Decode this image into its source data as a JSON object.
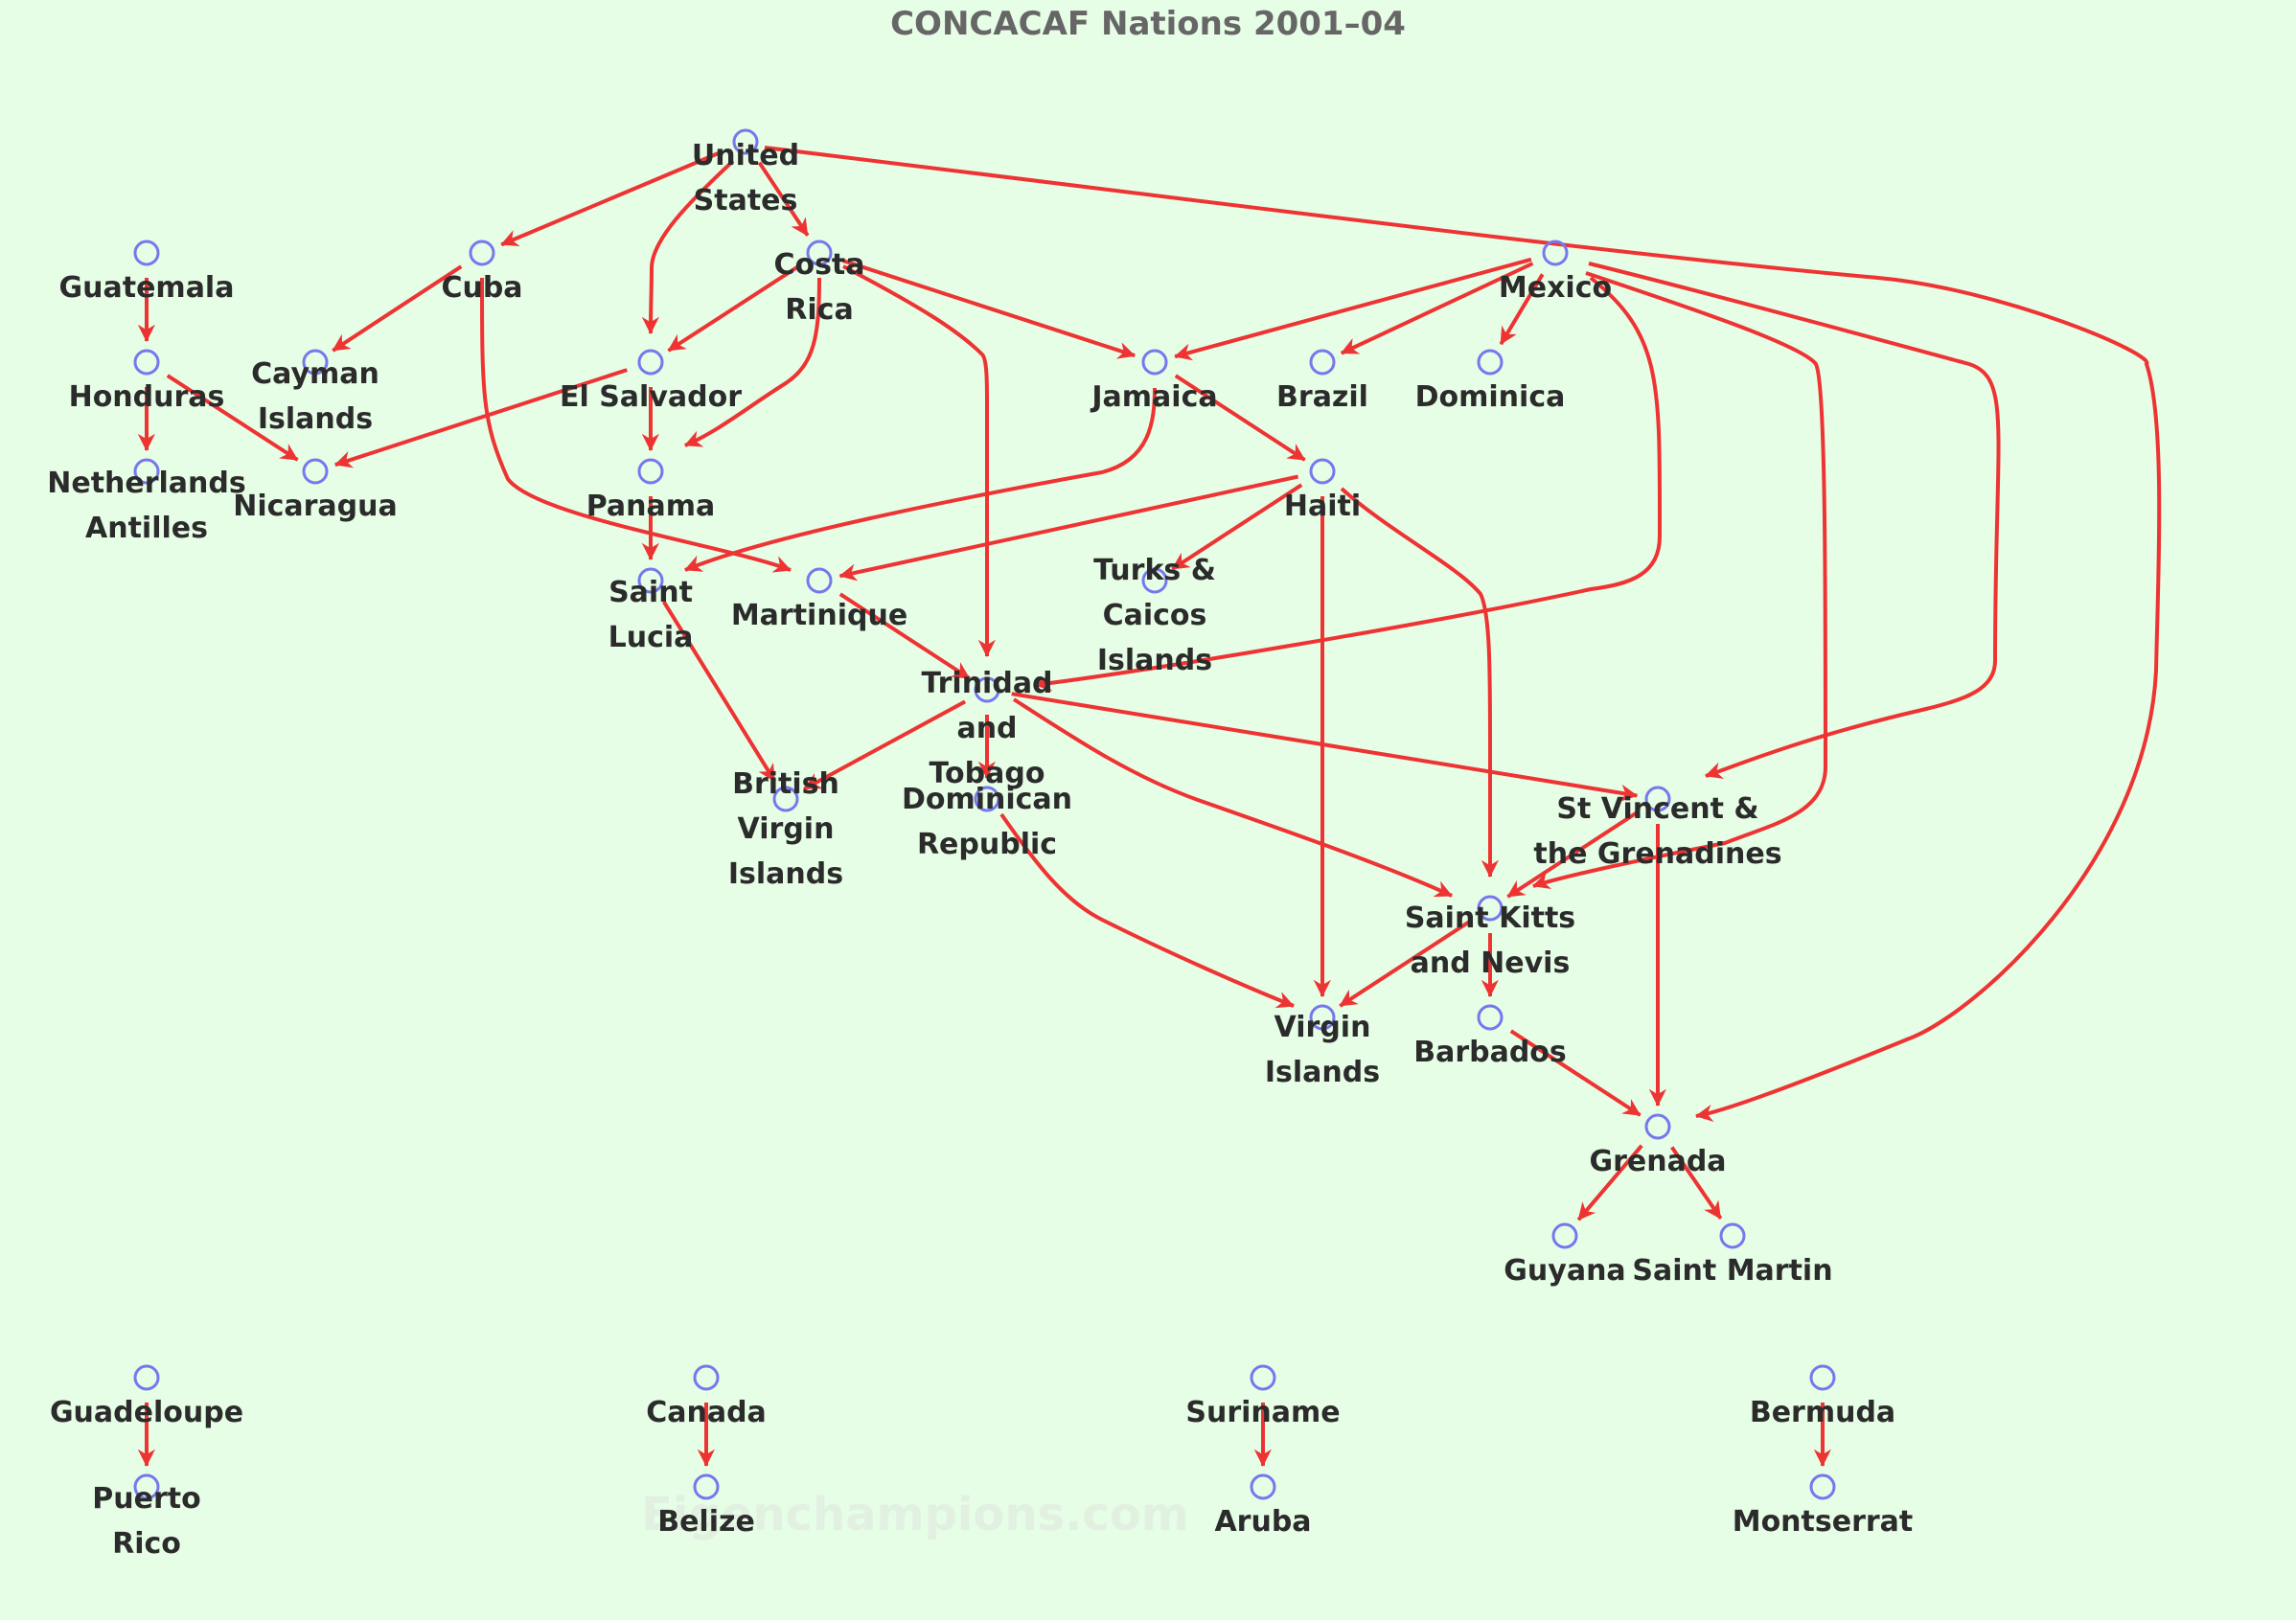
{
  "title": "CONCACAF Nations 2001–04",
  "watermark": "Eigenchampions.com",
  "colors": {
    "background": "#e6fde6",
    "edge": "#ee3333",
    "node": "#7777ee",
    "label": "#2b2b2b",
    "title": "#666666"
  },
  "nodes": [
    {
      "id": "usa",
      "lines": [
        "United",
        "States"
      ]
    },
    {
      "id": "guatemala",
      "lines": [
        "Guatemala"
      ]
    },
    {
      "id": "cuba",
      "lines": [
        "Cuba"
      ]
    },
    {
      "id": "costa_rica",
      "lines": [
        "Costa",
        "Rica"
      ]
    },
    {
      "id": "mexico",
      "lines": [
        "Mexico"
      ]
    },
    {
      "id": "honduras",
      "lines": [
        "Honduras"
      ]
    },
    {
      "id": "cayman",
      "lines": [
        "Cayman",
        "Islands"
      ]
    },
    {
      "id": "el_salvador",
      "lines": [
        "El Salvador"
      ]
    },
    {
      "id": "jamaica",
      "lines": [
        "Jamaica"
      ]
    },
    {
      "id": "brazil",
      "lines": [
        "Brazil"
      ]
    },
    {
      "id": "dominica",
      "lines": [
        "Dominica"
      ]
    },
    {
      "id": "neth_antilles",
      "lines": [
        "Netherlands",
        "Antilles"
      ]
    },
    {
      "id": "nicaragua",
      "lines": [
        "Nicaragua"
      ]
    },
    {
      "id": "panama",
      "lines": [
        "Panama"
      ]
    },
    {
      "id": "haiti",
      "lines": [
        "Haiti"
      ]
    },
    {
      "id": "saint_lucia",
      "lines": [
        "Saint",
        "Lucia"
      ]
    },
    {
      "id": "martinique",
      "lines": [
        "Martinique"
      ]
    },
    {
      "id": "turks_caicos",
      "lines": [
        "Turks &",
        "Caicos",
        "Islands"
      ]
    },
    {
      "id": "trinidad",
      "lines": [
        "Trinidad",
        "and",
        "Tobago"
      ]
    },
    {
      "id": "bvi",
      "lines": [
        "British",
        "Virgin",
        "Islands"
      ]
    },
    {
      "id": "dominican_rep",
      "lines": [
        "Dominican",
        "Republic"
      ]
    },
    {
      "id": "st_vincent",
      "lines": [
        "St Vincent &",
        "the Grenadines"
      ]
    },
    {
      "id": "st_kitts",
      "lines": [
        "Saint Kitts",
        "and Nevis"
      ]
    },
    {
      "id": "virgin_islands",
      "lines": [
        "Virgin",
        "Islands"
      ]
    },
    {
      "id": "barbados",
      "lines": [
        "Barbados"
      ]
    },
    {
      "id": "grenada",
      "lines": [
        "Grenada"
      ]
    },
    {
      "id": "guyana",
      "lines": [
        "Guyana"
      ]
    },
    {
      "id": "saint_martin",
      "lines": [
        "Saint Martin"
      ]
    },
    {
      "id": "guadeloupe",
      "lines": [
        "Guadeloupe"
      ]
    },
    {
      "id": "puerto_rico",
      "lines": [
        "Puerto",
        "Rico"
      ]
    },
    {
      "id": "canada",
      "lines": [
        "Canada"
      ]
    },
    {
      "id": "belize",
      "lines": [
        "Belize"
      ]
    },
    {
      "id": "suriname",
      "lines": [
        "Suriname"
      ]
    },
    {
      "id": "aruba",
      "lines": [
        "Aruba"
      ]
    },
    {
      "id": "bermuda",
      "lines": [
        "Bermuda"
      ]
    },
    {
      "id": "montserrat",
      "lines": [
        "Montserrat"
      ]
    }
  ],
  "edges": [
    {
      "from": "usa",
      "to": "cuba"
    },
    {
      "from": "usa",
      "to": "el_salvador"
    },
    {
      "from": "usa",
      "to": "costa_rica"
    },
    {
      "from": "usa",
      "to": "grenada"
    },
    {
      "from": "guatemala",
      "to": "honduras"
    },
    {
      "from": "honduras",
      "to": "neth_antilles"
    },
    {
      "from": "honduras",
      "to": "nicaragua"
    },
    {
      "from": "cuba",
      "to": "cayman"
    },
    {
      "from": "cuba",
      "to": "martinique"
    },
    {
      "from": "costa_rica",
      "to": "el_salvador"
    },
    {
      "from": "costa_rica",
      "to": "panama"
    },
    {
      "from": "costa_rica",
      "to": "jamaica"
    },
    {
      "from": "costa_rica",
      "to": "trinidad"
    },
    {
      "from": "el_salvador",
      "to": "nicaragua"
    },
    {
      "from": "el_salvador",
      "to": "panama"
    },
    {
      "from": "panama",
      "to": "saint_lucia"
    },
    {
      "from": "mexico",
      "to": "jamaica"
    },
    {
      "from": "mexico",
      "to": "brazil"
    },
    {
      "from": "mexico",
      "to": "dominica"
    },
    {
      "from": "mexico",
      "to": "trinidad"
    },
    {
      "from": "mexico",
      "to": "st_vincent"
    },
    {
      "from": "mexico",
      "to": "st_kitts"
    },
    {
      "from": "jamaica",
      "to": "haiti"
    },
    {
      "from": "jamaica",
      "to": "saint_lucia"
    },
    {
      "from": "haiti",
      "to": "martinique"
    },
    {
      "from": "haiti",
      "to": "turks_caicos"
    },
    {
      "from": "haiti",
      "to": "virgin_islands"
    },
    {
      "from": "haiti",
      "to": "st_kitts"
    },
    {
      "from": "saint_lucia",
      "to": "bvi"
    },
    {
      "from": "martinique",
      "to": "trinidad"
    },
    {
      "from": "trinidad",
      "to": "bvi"
    },
    {
      "from": "trinidad",
      "to": "dominican_rep"
    },
    {
      "from": "trinidad",
      "to": "st_vincent"
    },
    {
      "from": "trinidad",
      "to": "st_kitts"
    },
    {
      "from": "dominican_rep",
      "to": "virgin_islands"
    },
    {
      "from": "st_vincent",
      "to": "st_kitts"
    },
    {
      "from": "st_vincent",
      "to": "grenada"
    },
    {
      "from": "st_kitts",
      "to": "virgin_islands"
    },
    {
      "from": "st_kitts",
      "to": "barbados"
    },
    {
      "from": "barbados",
      "to": "grenada"
    },
    {
      "from": "grenada",
      "to": "guyana"
    },
    {
      "from": "grenada",
      "to": "saint_martin"
    },
    {
      "from": "guadeloupe",
      "to": "puerto_rico"
    },
    {
      "from": "canada",
      "to": "belize"
    },
    {
      "from": "suriname",
      "to": "aruba"
    },
    {
      "from": "bermuda",
      "to": "montserrat"
    }
  ]
}
